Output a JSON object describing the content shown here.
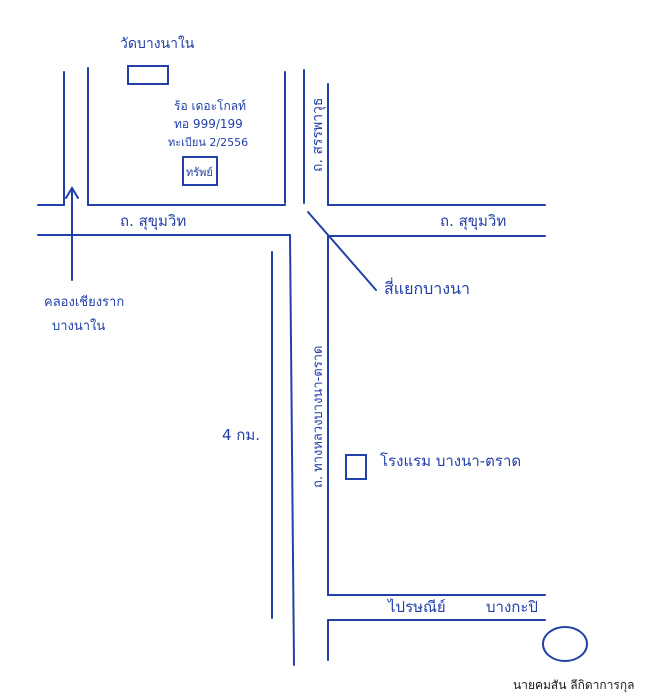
{
  "map": {
    "ink_color": "#2340a8",
    "labels": {
      "temple": "วัดบางนาใน",
      "shop_line1": "ร้อ เดอะโกลท์",
      "shop_line2": "ทอ 999/199",
      "shop_line3": "ทะเบียน 2/2556",
      "shop_box": "ทรัพย์",
      "road_sukhumvit_left": "ถ. สุขุมวิท",
      "road_sukhumvit_right": "ถ. สุขุมวิท",
      "road_sanphawut": "ถ. สรรพาวุธ",
      "junction": "สี่แยกบางนา",
      "canal_line1": "คลองเชียงราก",
      "canal_line2": "บางนาใน",
      "distance": "4 กม.",
      "highway": "ถ. ทางหลวงบางนา-ตราด",
      "hotel": "โรงแรม บางนา-ตราด",
      "bangkapi": "ไปรษณีย์",
      "bangkapi2": "บางกะปิ"
    },
    "signature_name": "นายคมสัน ลีกิดาการกุล"
  }
}
